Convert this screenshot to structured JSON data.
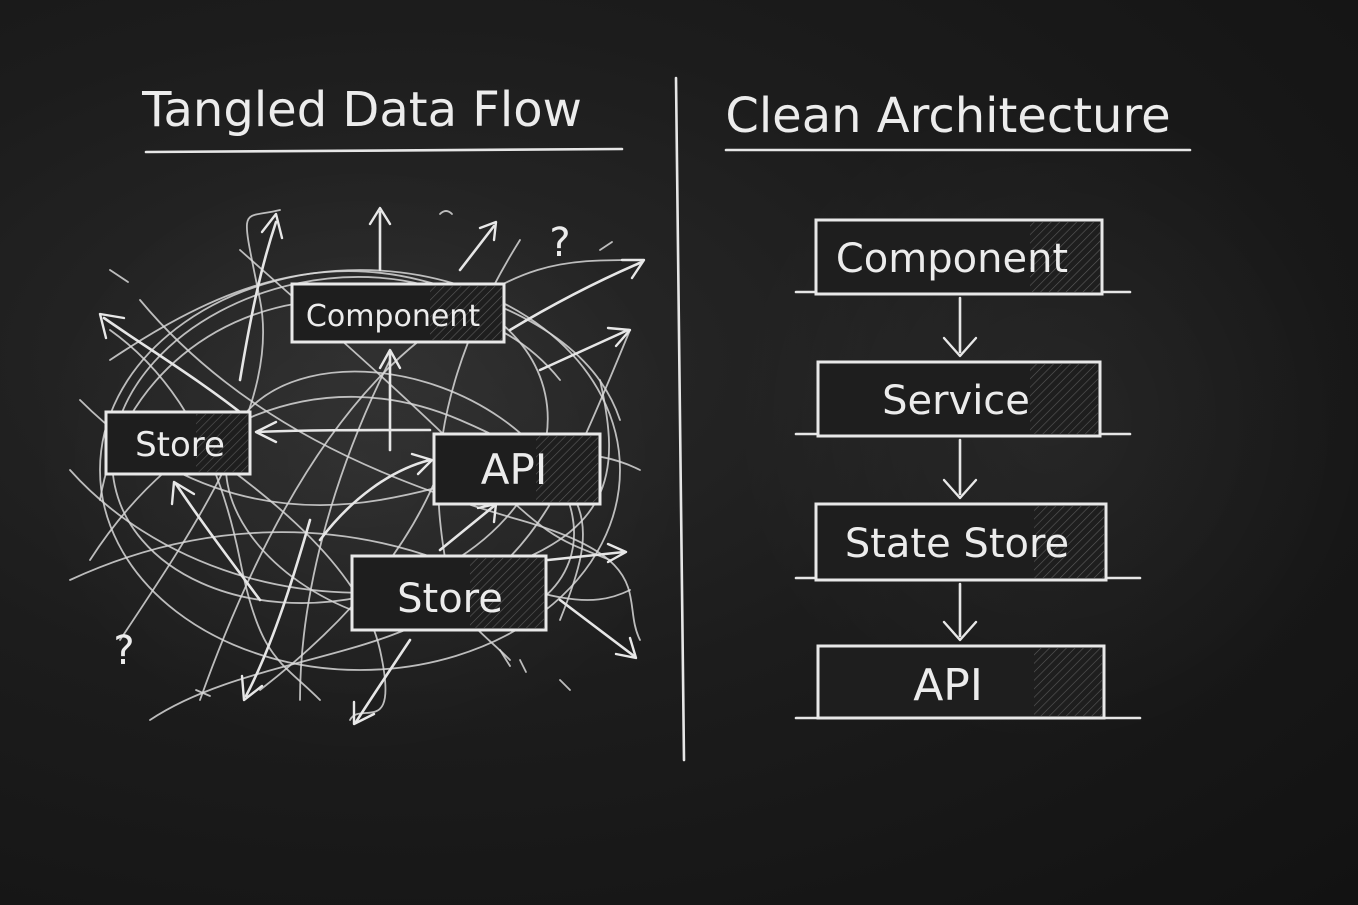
{
  "left_panel": {
    "title": "Tangled Data Flow",
    "nodes": [
      {
        "id": "component",
        "label": "Component"
      },
      {
        "id": "store_a",
        "label": "Store"
      },
      {
        "id": "api",
        "label": "API"
      },
      {
        "id": "store_b",
        "label": "Store"
      }
    ],
    "question_marks": [
      "?",
      "?"
    ]
  },
  "right_panel": {
    "title": "Clean Architecture",
    "nodes": [
      {
        "id": "component",
        "label": "Component"
      },
      {
        "id": "service",
        "label": "Service"
      },
      {
        "id": "state_store",
        "label": "State Store"
      },
      {
        "id": "api",
        "label": "API"
      }
    ]
  },
  "colors": {
    "board": "#1c1c1c",
    "chalk": "#ececec"
  }
}
